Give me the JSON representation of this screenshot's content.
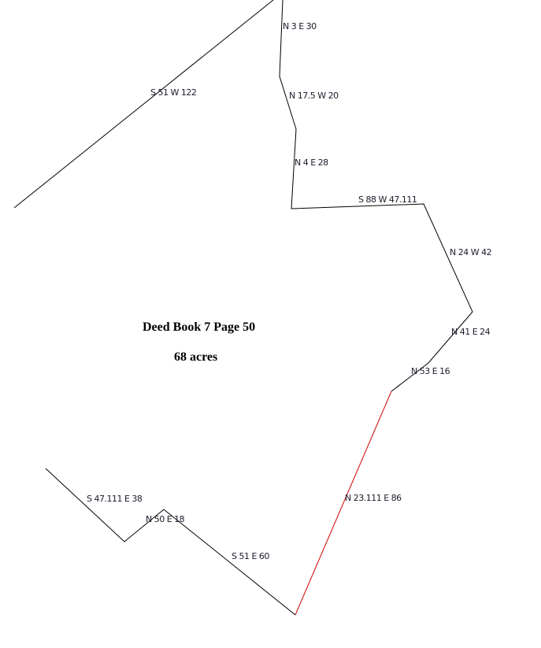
{
  "title": "Deed Book 7 Page 50",
  "area": "68 acres",
  "calls": [
    {
      "label": "S 51 W 122"
    },
    {
      "label": "N 3 E 30"
    },
    {
      "label": "N 17.5 W 20"
    },
    {
      "label": "N 4 E 28"
    },
    {
      "label": "S 88 W 47.111"
    },
    {
      "label": "N 24 W 42"
    },
    {
      "label": "N 41 E 24"
    },
    {
      "label": "N 53 E 16"
    },
    {
      "label": "N 23.111 E 86"
    },
    {
      "label": "S 47.111 E 38"
    },
    {
      "label": "N 50 E 18"
    },
    {
      "label": "S 51 E 60"
    }
  ],
  "colors": {
    "line": "#000000",
    "highlight": "#cc0000"
  }
}
